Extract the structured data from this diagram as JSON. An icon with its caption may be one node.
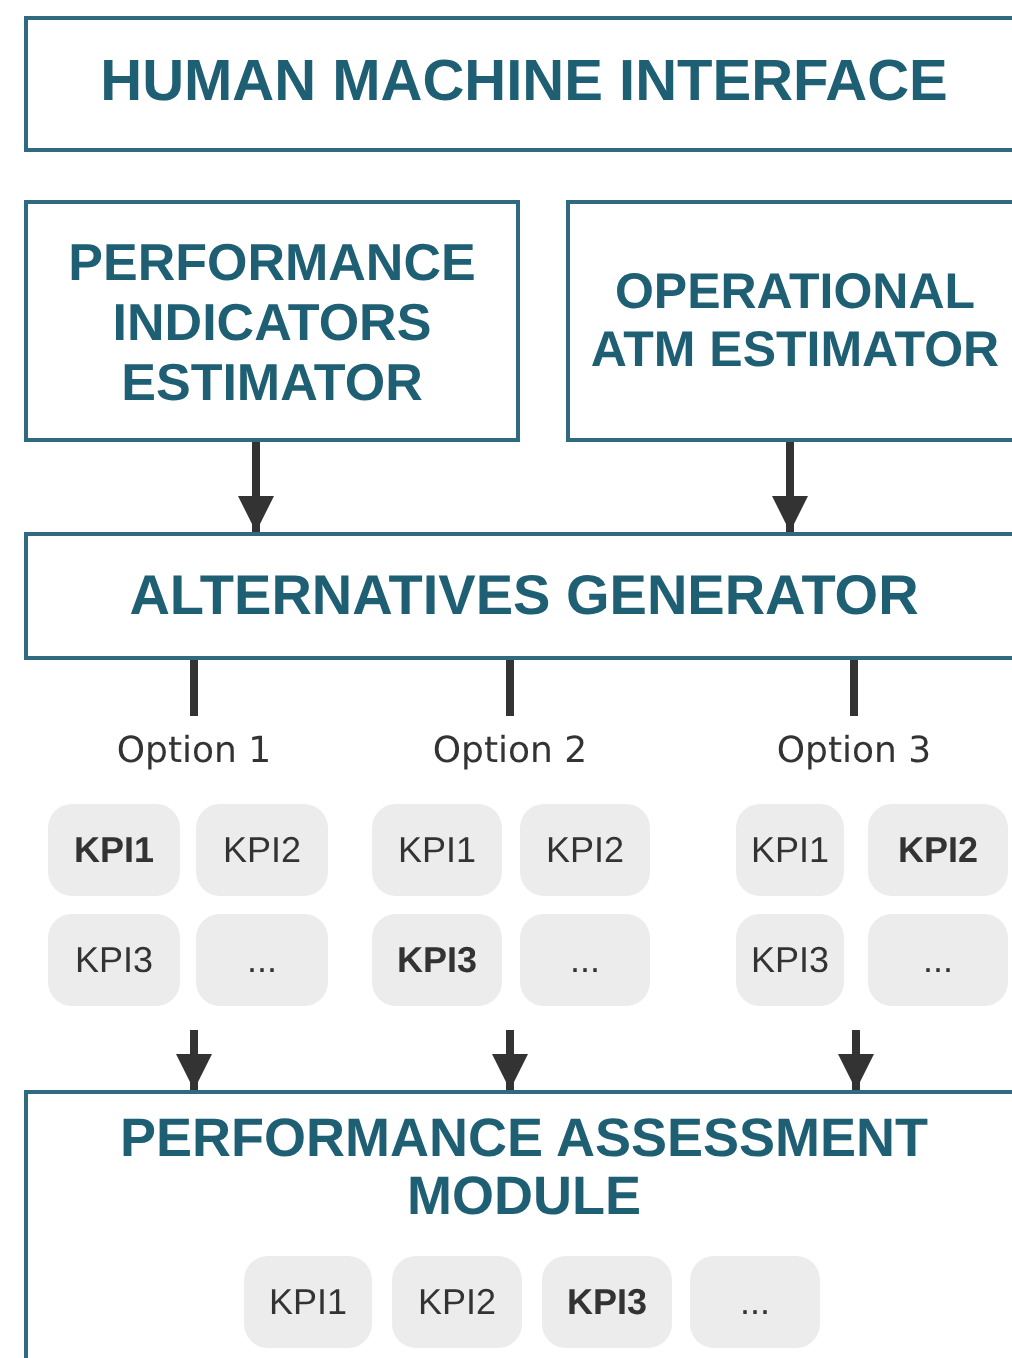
{
  "diagram": {
    "nodes": [
      {
        "text": [
          "HUMAN MACHINE INTERFACE"
        ]
      },
      {
        "text": [
          "PERFORMANCE INDICATORS ESTIMATOR"
        ]
      },
      {
        "text": [
          "OPERATIONAL ATM ESTIMATOR"
        ]
      },
      {
        "text": [
          "ALTERNATIVES GENERATOR"
        ]
      },
      {
        "text": [
          "Option 1"
        ]
      },
      {
        "text": [
          "Option 2"
        ]
      },
      {
        "text": [
          "Option 3"
        ]
      },
      {
        "text": [
          "KPI1"
        ]
      },
      {
        "text": [
          "KPI2"
        ]
      },
      {
        "text": [
          "KPI3"
        ]
      },
      {
        "text": [
          "..."
        ]
      },
      {
        "text": [
          "KPI1"
        ]
      },
      {
        "text": [
          "KPI2"
        ]
      },
      {
        "text": [
          "KPI3"
        ]
      },
      {
        "text": [
          "..."
        ]
      },
      {
        "text": [
          "KPI1"
        ]
      },
      {
        "text": [
          "KPI2"
        ]
      },
      {
        "text": [
          "KPI3"
        ]
      },
      {
        "text": [
          "..."
        ]
      },
      {
        "text": [
          "PERFORMANCE ASSESSMENT MODULE"
        ]
      },
      {
        "text": [
          "KPI1"
        ],
        "in": 19
      },
      {
        "text": [
          "KPI2"
        ],
        "in": 19
      },
      {
        "text": [
          "KPI3"
        ],
        "in": 19
      },
      {
        "text": [
          "..."
        ],
        "in": 19
      }
    ],
    "edges": [
      {
        "from": 1,
        "to": 3,
        "arrow": "to"
      },
      {
        "from": 2,
        "to": 3,
        "arrow": "to"
      },
      {
        "from": 3,
        "to": 4,
        "arrow": "none"
      },
      {
        "from": 3,
        "to": 5,
        "arrow": "none"
      },
      {
        "from": 3,
        "to": 6,
        "arrow": "none"
      },
      {
        "from": null,
        "to": 19,
        "arrow": "to"
      },
      {
        "from": null,
        "to": 19,
        "arrow": "to"
      },
      {
        "from": null,
        "to": 19,
        "arrow": "to"
      }
    ]
  }
}
